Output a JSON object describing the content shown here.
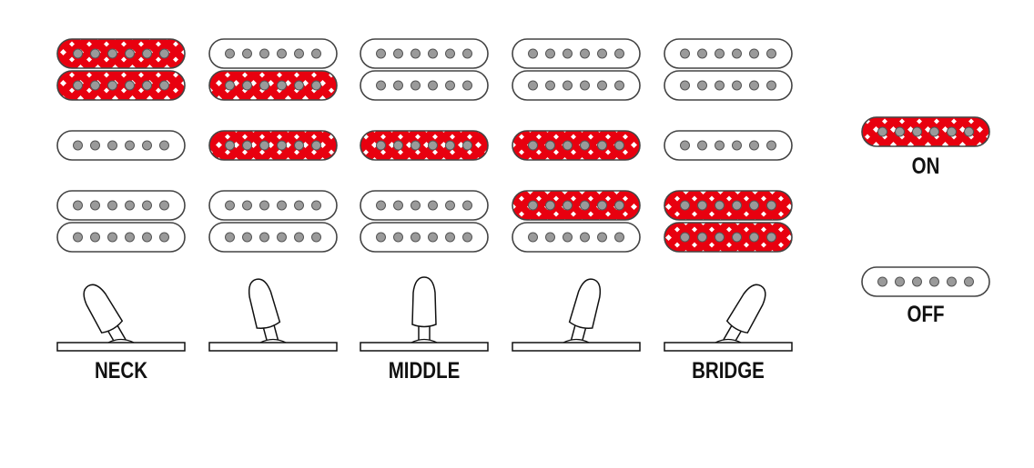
{
  "title": "Pickup switching diagram",
  "colors": {
    "on_fill": "#e8000f",
    "diamond": "#ffffff",
    "pole": "#9a9a9a",
    "outline": "#444444"
  },
  "positions": [
    {
      "label": "NECK",
      "neck_top": true,
      "neck_bottom": true,
      "middle": false,
      "bridge_top": false,
      "bridge_bottom": false,
      "lever_angle_deg": -30
    },
    {
      "label": "",
      "neck_top": false,
      "neck_bottom": true,
      "middle": true,
      "bridge_top": false,
      "bridge_bottom": false,
      "lever_angle_deg": -15
    },
    {
      "label": "MIDDLE",
      "neck_top": false,
      "neck_bottom": false,
      "middle": true,
      "bridge_top": false,
      "bridge_bottom": false,
      "lever_angle_deg": 0
    },
    {
      "label": "",
      "neck_top": false,
      "neck_bottom": false,
      "middle": true,
      "bridge_top": true,
      "bridge_bottom": false,
      "lever_angle_deg": 15
    },
    {
      "label": "BRIDGE",
      "neck_top": false,
      "neck_bottom": false,
      "middle": false,
      "bridge_top": true,
      "bridge_bottom": true,
      "lever_angle_deg": 30
    }
  ],
  "legend": {
    "on_label": "ON",
    "off_label": "OFF"
  }
}
